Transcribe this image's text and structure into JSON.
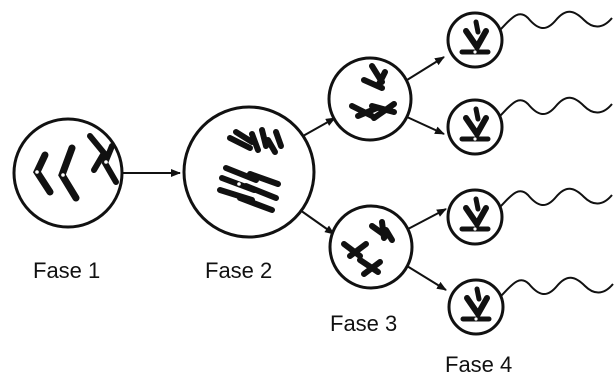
{
  "labels": {
    "phase_1": "Fase 1",
    "phase_2": "Fase 2",
    "phase_3": "Fase 3",
    "phase_4": "Fase 4"
  },
  "colors": {
    "stroke": "#111111",
    "chromosome": "#111111",
    "background": "#ffffff"
  }
}
